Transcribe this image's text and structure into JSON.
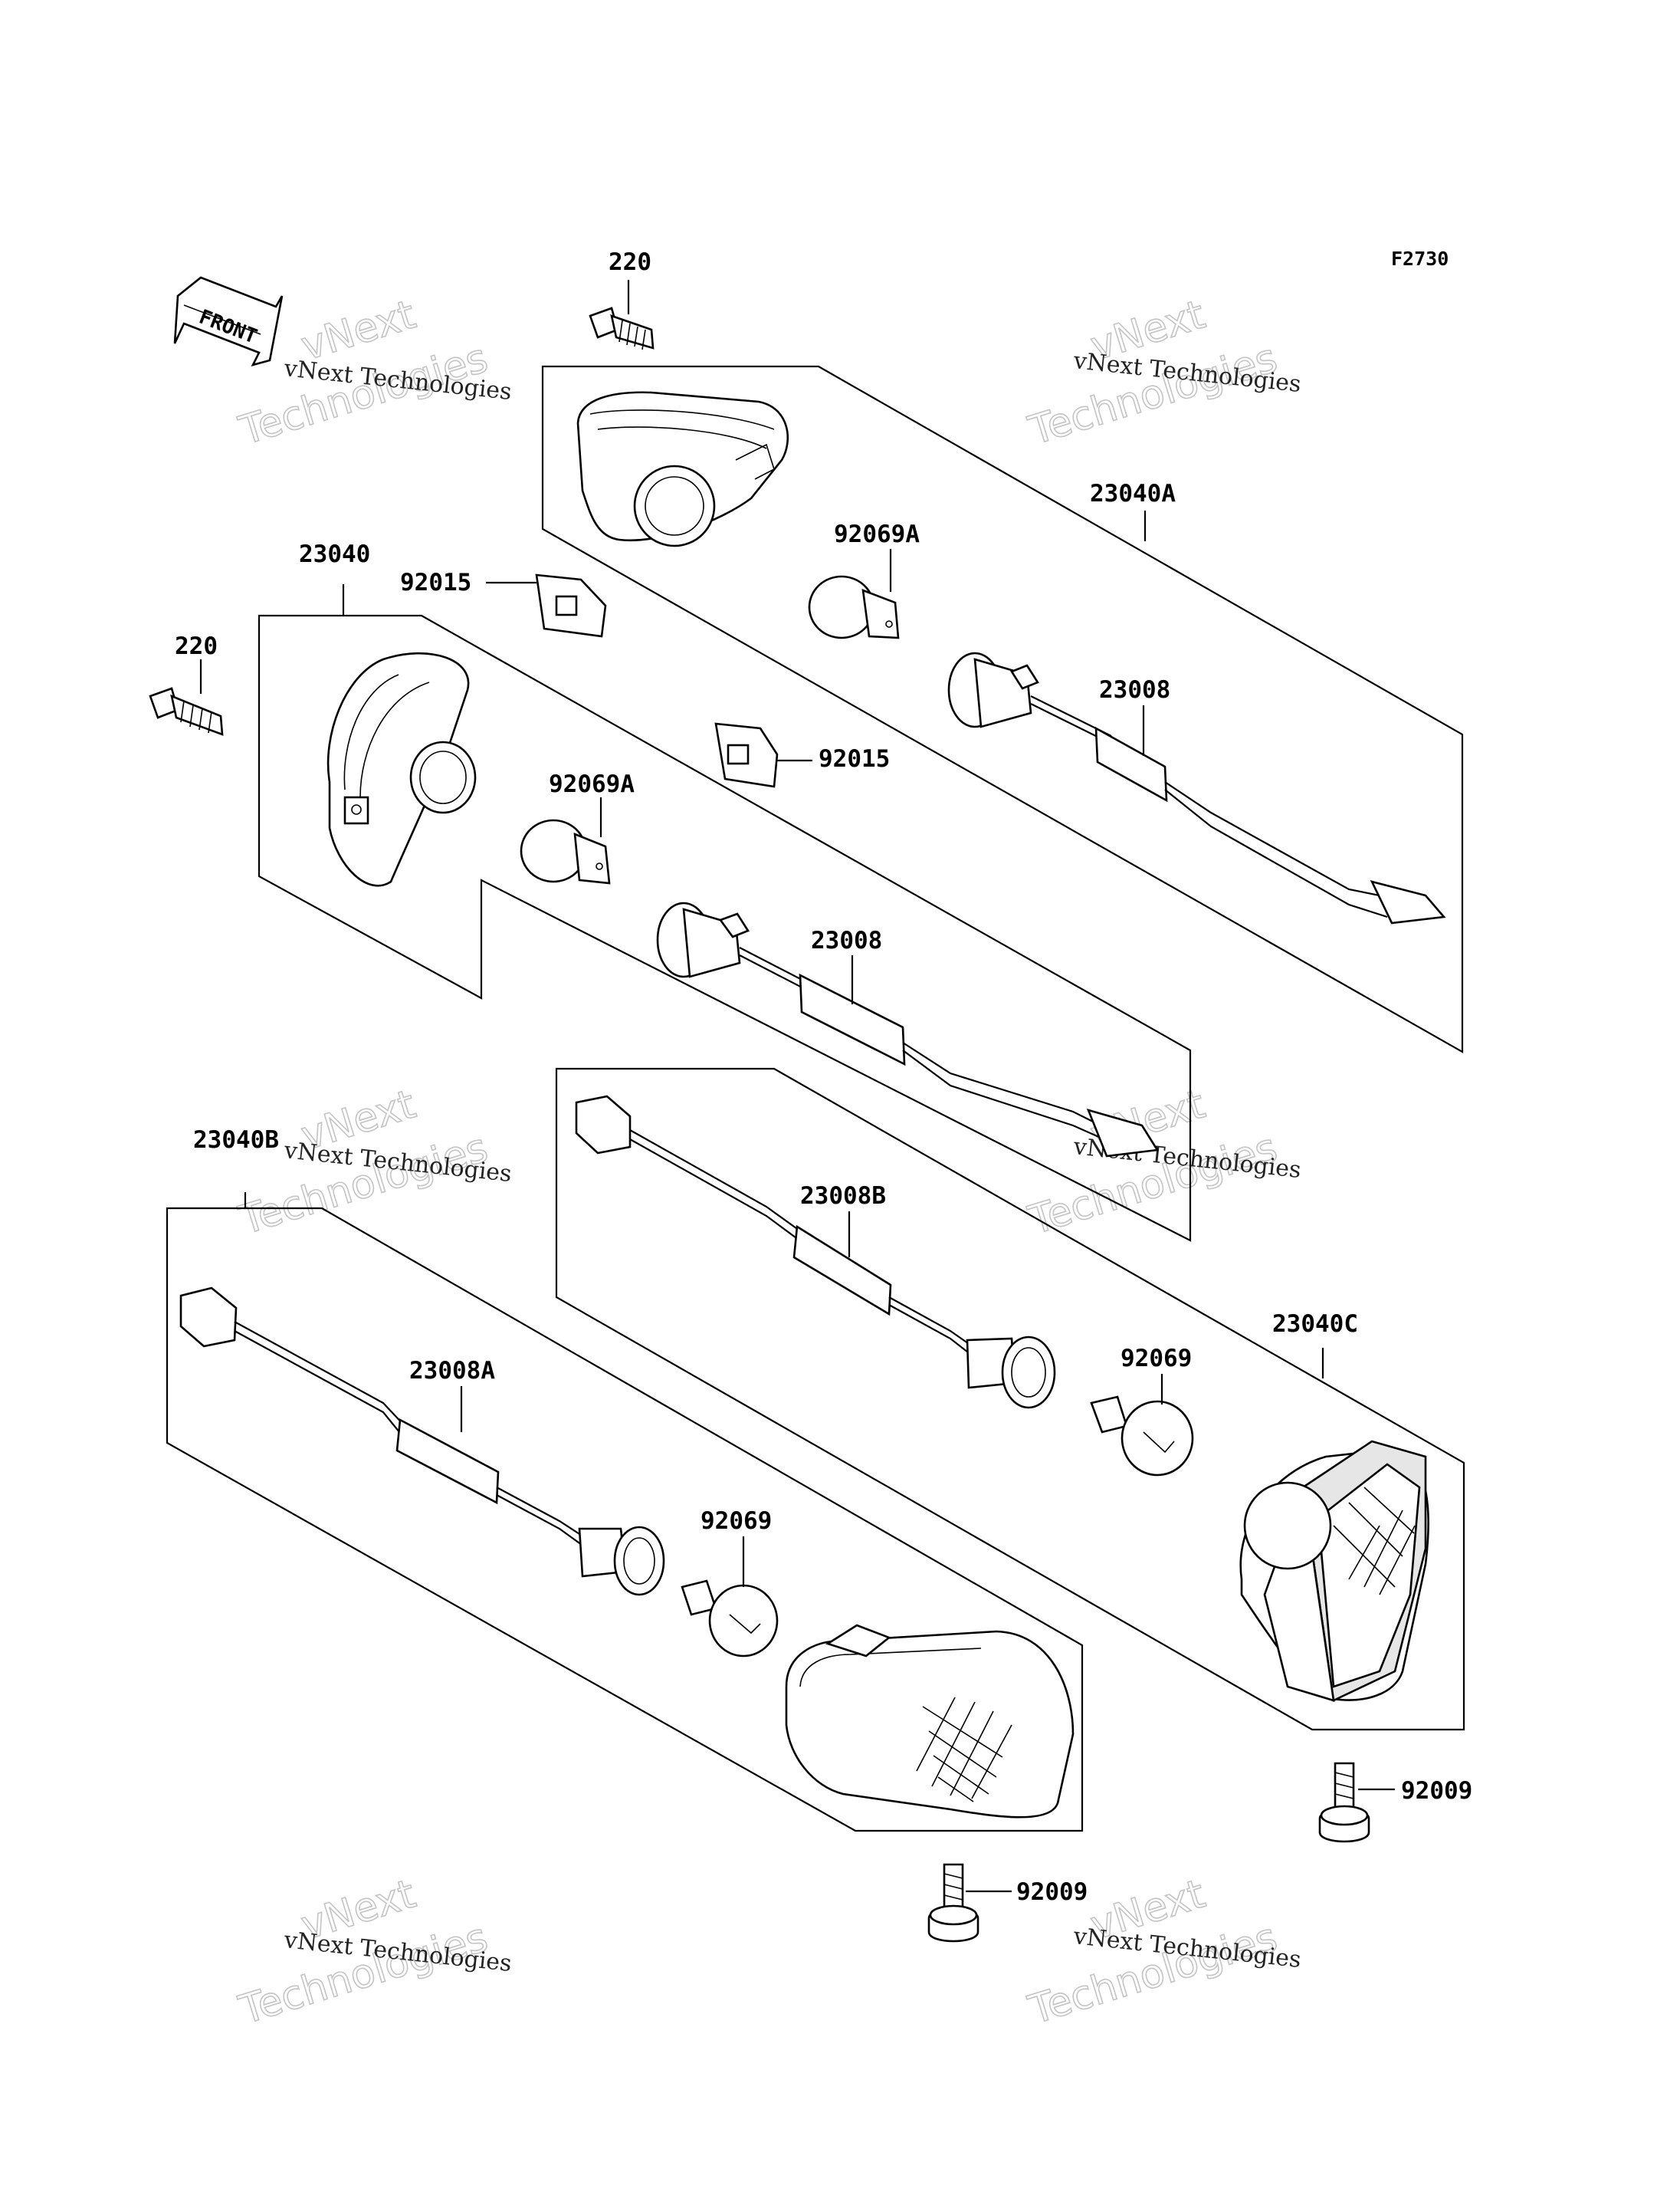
{
  "figure_code": "F2730",
  "front_label": "FRONT",
  "watermark": {
    "line1": "vNext Technologies",
    "line2": "vNext",
    "line3": "Technologies"
  },
  "part_labels": {
    "screw_top": "220",
    "screw_left": "220",
    "lamp_front_right": "23040A",
    "lamp_front_left": "23040",
    "nut_top": "92015",
    "nut_mid": "92015",
    "bulb_top": "92069A",
    "bulb_mid": "92069A",
    "socket_top": "23008",
    "socket_mid": "23008",
    "lamp_rear_left": "23040B",
    "socket_rear_left": "23008A",
    "bulb_rear_left": "92069",
    "socket_rear_right": "23008B",
    "bulb_rear_right": "92069",
    "lamp_rear_right": "23040C",
    "screw_rear_right": "92009",
    "screw_rear_left": "92009"
  }
}
